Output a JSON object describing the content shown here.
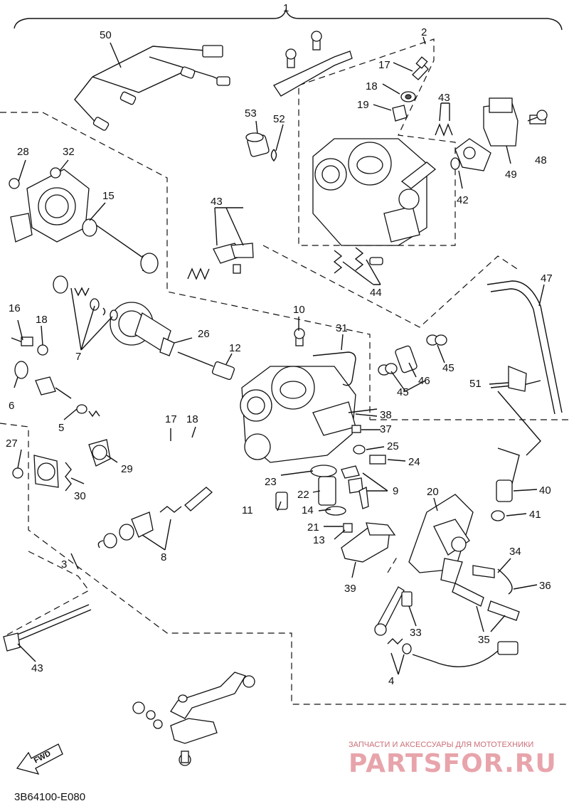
{
  "diagram": {
    "code": "3B64100-E080",
    "fwd_label": "FWD",
    "watermark": {
      "tagline": "ЗАПЧАСТИ И АКСЕССУАРЫ ДЛЯ МОТОТЕХНИКИ",
      "brand": "PARTSFOR.RU",
      "color": "#e8a4ab"
    },
    "callouts": {
      "c1": "1",
      "c2": "2",
      "c3": "3",
      "c4": "4",
      "c5": "5",
      "c6": "6",
      "c7": "7",
      "c8": "8",
      "c9": "9",
      "c10": "10",
      "c11": "11",
      "c12": "12",
      "c13": "13",
      "c14": "14",
      "c15": "15",
      "c16": "16",
      "c17a": "17",
      "c17b": "17",
      "c18a": "18",
      "c18b": "18",
      "c18c": "18",
      "c19": "19",
      "c20": "20",
      "c21": "21",
      "c22": "22",
      "c23": "23",
      "c24": "24",
      "c25": "25",
      "c26": "26",
      "c27": "27",
      "c28": "28",
      "c29": "29",
      "c30": "30",
      "c31": "31",
      "c32": "32",
      "c33": "33",
      "c34": "34",
      "c35": "35",
      "c36": "36",
      "c37": "37",
      "c38": "38",
      "c39": "39",
      "c40": "40",
      "c41": "41",
      "c42": "42",
      "c43a": "43",
      "c43b": "43",
      "c43c": "43",
      "c44": "44",
      "c45a": "45",
      "c45b": "45",
      "c46": "46",
      "c47": "47",
      "c48": "48",
      "c49": "49",
      "c50": "50",
      "c51": "51",
      "c52": "52",
      "c53": "53"
    }
  }
}
